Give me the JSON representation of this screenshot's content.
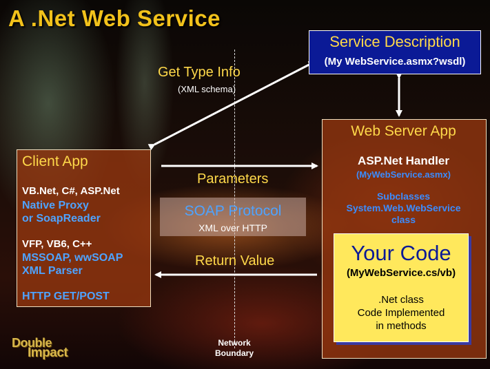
{
  "title": "A .Net Web Service",
  "service_description": {
    "title": "Service Description",
    "url": "(My WebService.asmx?wsdl)"
  },
  "get_type_info": {
    "label": "Get Type Info",
    "sublabel": "(XML schema)"
  },
  "web_server_app": {
    "title": "Web Server App",
    "handler_title": "ASP.Net Handler",
    "handler_file": "(MyWebService.asmx)",
    "subclasses": [
      "Subclasses",
      "System.Web.WebService",
      "class"
    ]
  },
  "client_app": {
    "title": "Client App",
    "group1_languages": "VB.Net, C#, ASP.Net",
    "group1_tools": [
      "Native Proxy",
      "or SoapReader"
    ],
    "group2_languages": "VFP, VB6, C++",
    "group2_tools": [
      "MSSOAP, wwSOAP",
      "XML Parser"
    ],
    "http": "HTTP GET/POST"
  },
  "parameters_label": "Parameters",
  "soap": {
    "title": "SOAP Protocol",
    "sub": "XML over HTTP"
  },
  "return_value_label": "Return Value",
  "your_code": {
    "title": "Your Code",
    "file": "(MyWebService.cs/vb)",
    "desc": [
      ".Net class",
      "Code Implemented",
      "in methods"
    ]
  },
  "network_boundary": [
    "Network",
    "Boundary"
  ],
  "logo": [
    "Double",
    "Impact"
  ],
  "colors": {
    "title": "#f2c21b",
    "accent_yellow": "#ffd94a",
    "link_blue": "#4ea3ff",
    "box_navy": "#0b1a96",
    "box_rust": "#96370f",
    "code_yellow": "#ffe85c"
  }
}
